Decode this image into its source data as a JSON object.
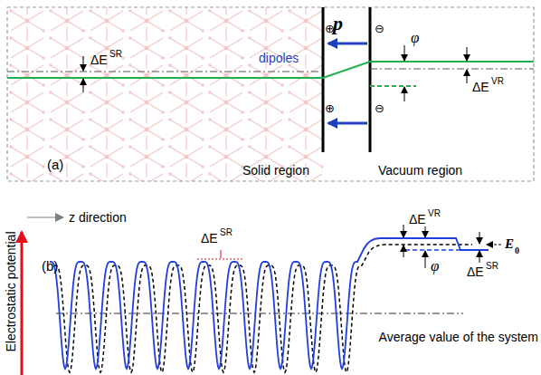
{
  "diagram": {
    "labels": [
      "p",
      "dipoles",
      "⊕",
      "⊕",
      "⊖",
      "⊖",
      "φ",
      "ΔE",
      "SR",
      "ΔE",
      "VR",
      "(a)",
      "Solid region",
      "Vacuum region",
      "z direction",
      "Electrostatic potential",
      "(b)",
      "ΔE",
      "SR",
      "ΔE",
      "VR",
      "ΔE",
      "SR",
      "φ",
      "E",
      "0",
      "Average value of the system"
    ]
  }
}
